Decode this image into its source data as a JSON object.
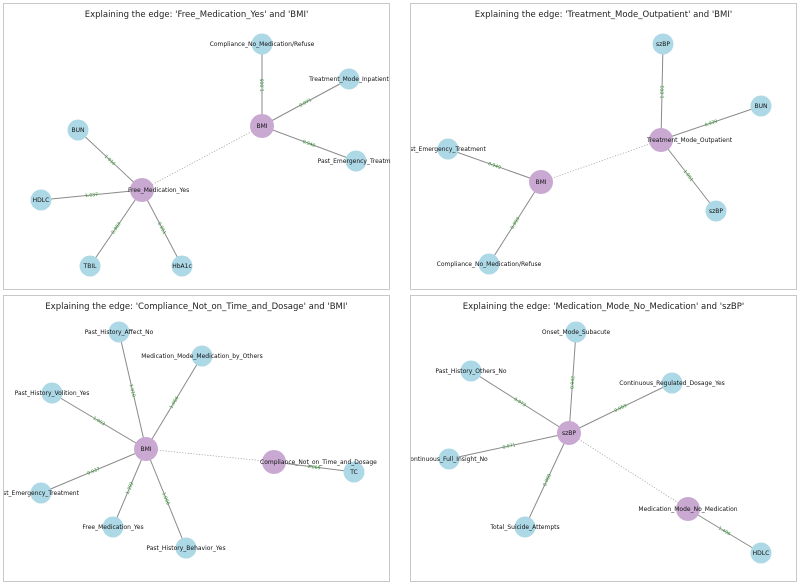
{
  "colors": {
    "regular_node": "#add8e6",
    "highlight_node": "#c9a9d2",
    "edge": "#8a8a8a",
    "dotted_edge": "#9a9a9a",
    "edge_label": "#2f8f2f",
    "border": "#c8c8c8"
  },
  "panels": [
    {
      "title": "Explaining the edge: 'Free_Medication_Yes' and 'BMI'",
      "nodes": [
        {
          "id": "BMI",
          "label": "BMI",
          "type": "highlight"
        },
        {
          "id": "FMY",
          "label": "Free_Medication_Yes",
          "type": "highlight"
        },
        {
          "id": "CNMR",
          "label": "Compliance_No_Medication/Refuse",
          "type": "regular"
        },
        {
          "id": "TMI",
          "label": "Treatment_Mode_Inpatient",
          "type": "regular"
        },
        {
          "id": "PET",
          "label": "Past_Emergency_Treatme",
          "type": "regular"
        },
        {
          "id": "BUN",
          "label": "BUN",
          "type": "regular"
        },
        {
          "id": "HDLC",
          "label": "HDLC",
          "type": "regular"
        },
        {
          "id": "TBIL",
          "label": "TBIL",
          "type": "regular"
        },
        {
          "id": "HBA1C",
          "label": "HbA1c",
          "type": "regular"
        }
      ],
      "edges": [
        {
          "source": "BMI",
          "target": "CNMR",
          "weight": "1.005"
        },
        {
          "source": "BMI",
          "target": "TMI",
          "weight": "0.971"
        },
        {
          "source": "BMI",
          "target": "PET",
          "weight": "0.940"
        },
        {
          "source": "FMY",
          "target": "BUN",
          "weight": "1.016"
        },
        {
          "source": "FMY",
          "target": "HDLC",
          "weight": "1.037"
        },
        {
          "source": "FMY",
          "target": "TBIL",
          "weight": "0.983"
        },
        {
          "source": "FMY",
          "target": "HBA1C",
          "weight": "0.951"
        },
        {
          "source": "BMI",
          "target": "FMY",
          "weight": "",
          "dotted": true
        }
      ]
    },
    {
      "title": "Explaining the edge: 'Treatment_Mode_Outpatient' and 'BMI'",
      "nodes": [
        {
          "id": "TMO",
          "label": "Treatment_Mode_Outpatient",
          "type": "highlight"
        },
        {
          "id": "BMI",
          "label": "BMI",
          "type": "highlight"
        },
        {
          "id": "SZBP1",
          "label": "szBP",
          "type": "regular"
        },
        {
          "id": "BUN",
          "label": "BUN",
          "type": "regular"
        },
        {
          "id": "SZBP2",
          "label": "szBP",
          "type": "regular"
        },
        {
          "id": "PET",
          "label": "st_Emergency_Treatment",
          "type": "regular"
        },
        {
          "id": "CNMR",
          "label": "Compliance_No_Medication/Refuse",
          "type": "regular"
        }
      ],
      "edges": [
        {
          "source": "TMO",
          "target": "SZBP1",
          "weight": "1.003"
        },
        {
          "source": "TMO",
          "target": "BUN",
          "weight": "0.939"
        },
        {
          "source": "TMO",
          "target": "SZBP2",
          "weight": "1.051"
        },
        {
          "source": "BMI",
          "target": "PET",
          "weight": "0.949"
        },
        {
          "source": "BMI",
          "target": "CNMR",
          "weight": "0.999"
        },
        {
          "source": "TMO",
          "target": "BMI",
          "weight": "",
          "dotted": true
        }
      ]
    },
    {
      "title": "Explaining the edge: 'Compliance_Not_on_Time_and_Dosage' and 'BMI'",
      "nodes": [
        {
          "id": "BMI",
          "label": "BMI",
          "type": "highlight"
        },
        {
          "id": "CNTD",
          "label": "Compliance_Not_on_Time_and_Dosage",
          "type": "highlight"
        },
        {
          "id": "PHAN",
          "label": "Past_History_Affect_No",
          "type": "regular"
        },
        {
          "id": "MMMO",
          "label": "Medication_Mode_Medication_by_Others",
          "type": "regular"
        },
        {
          "id": "PHVY",
          "label": "Past_History_Volition_Yes",
          "type": "regular"
        },
        {
          "id": "PET",
          "label": "st_Emergency_Treatment",
          "type": "regular"
        },
        {
          "id": "FMY",
          "label": "Free_Medication_Yes",
          "type": "regular"
        },
        {
          "id": "PHBY",
          "label": "Past_History_Behavior_Yes",
          "type": "regular"
        },
        {
          "id": "TC",
          "label": "TC",
          "type": "regular"
        }
      ],
      "edges": [
        {
          "source": "BMI",
          "target": "PHAN",
          "weight": "1.010"
        },
        {
          "source": "BMI",
          "target": "MMMO",
          "weight": "1.066"
        },
        {
          "source": "BMI",
          "target": "PHVY",
          "weight": "1.003"
        },
        {
          "source": "BMI",
          "target": "PET",
          "weight": "0.937"
        },
        {
          "source": "BMI",
          "target": "FMY",
          "weight": "1.392"
        },
        {
          "source": "BMI",
          "target": "PHBY",
          "weight": "1.006"
        },
        {
          "source": "CNTD",
          "target": "TC",
          "weight": "1.069"
        },
        {
          "source": "BMI",
          "target": "CNTD",
          "weight": "",
          "dotted": true
        }
      ]
    },
    {
      "title": "Explaining the edge: 'Medication_Mode_No_Medication' and 'szBP'",
      "nodes": [
        {
          "id": "SZBP",
          "label": "szBP",
          "type": "highlight"
        },
        {
          "id": "MMNM",
          "label": "Medication_Mode_No_Medication",
          "type": "highlight"
        },
        {
          "id": "OMS",
          "label": "Onset_Mode_Subacute",
          "type": "regular"
        },
        {
          "id": "PHON",
          "label": "Past_History_Others_No",
          "type": "regular"
        },
        {
          "id": "CRDY",
          "label": "Continuous_Regulated_Dosage_Yes",
          "type": "regular"
        },
        {
          "id": "CFIN",
          "label": "ontinuous_Full_Insight_No",
          "type": "regular"
        },
        {
          "id": "TSA",
          "label": "Total_Suicide_Attempts",
          "type": "regular"
        },
        {
          "id": "HDLC",
          "label": "HDLC",
          "type": "regular"
        }
      ],
      "edges": [
        {
          "source": "SZBP",
          "target": "OMS",
          "weight": "0.942"
        },
        {
          "source": "SZBP",
          "target": "PHON",
          "weight": "0.973"
        },
        {
          "source": "SZBP",
          "target": "CRDY",
          "weight": "0.959"
        },
        {
          "source": "SZBP",
          "target": "CFIN",
          "weight": "0.971"
        },
        {
          "source": "SZBP",
          "target": "TSA",
          "weight": "0.980"
        },
        {
          "source": "MMNM",
          "target": "HDLC",
          "weight": "1.496"
        },
        {
          "source": "SZBP",
          "target": "MMNM",
          "weight": "",
          "dotted": true
        }
      ]
    }
  ]
}
